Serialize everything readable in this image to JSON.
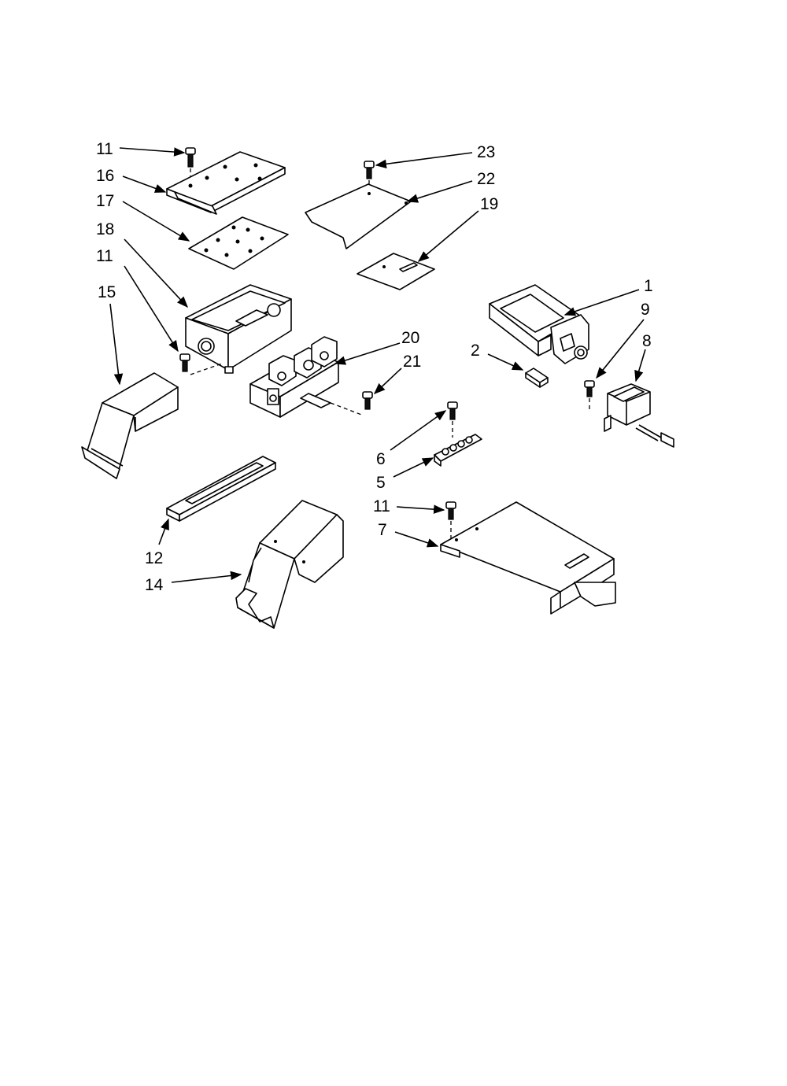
{
  "diagram": {
    "callouts": {
      "c11a": "11",
      "c16": "16",
      "c17": "17",
      "c18": "18",
      "c11b": "11",
      "c15": "15",
      "c23": "23",
      "c22": "22",
      "c19": "19",
      "c1": "1",
      "c9": "9",
      "c8": "8",
      "c20": "20",
      "c21": "21",
      "c2": "2",
      "c6": "6",
      "c5": "5",
      "c11c": "11",
      "c7": "7",
      "c12": "12",
      "c14": "14"
    },
    "line_color": "#000000",
    "background_color": "#ffffff"
  }
}
